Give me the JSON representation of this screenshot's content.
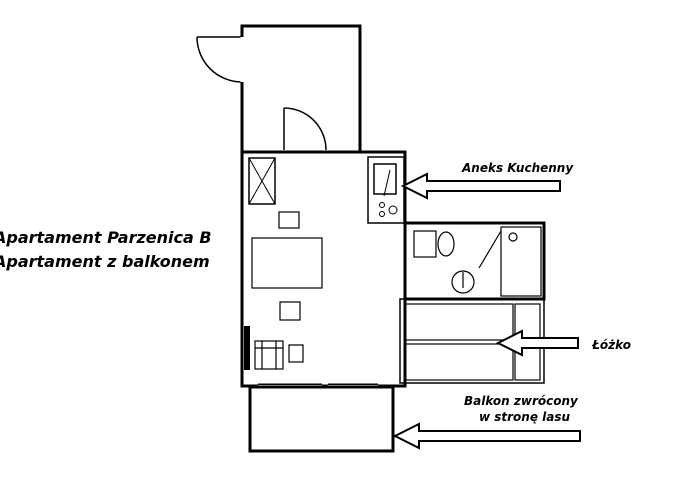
{
  "titles": {
    "line1": "Apartament Parzenica B",
    "line2": "Apartament z balkonem"
  },
  "labels": {
    "kitchen": "Aneks Kuchenny",
    "bed": "Łóżko",
    "balcony_line1": "Balkon zwrócony",
    "balcony_line2": "w stronę lasu"
  }
}
